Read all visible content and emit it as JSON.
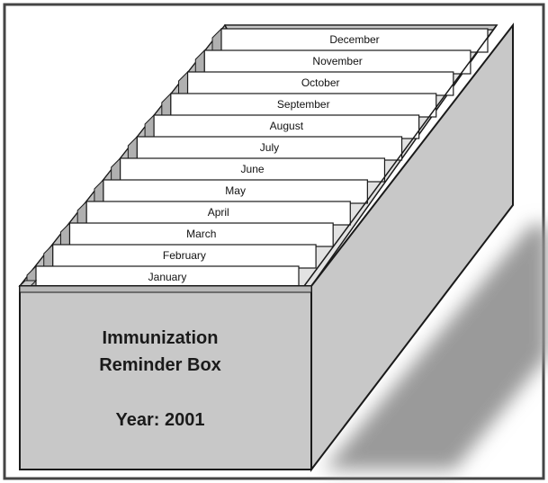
{
  "box": {
    "title_line1": "Immunization",
    "title_line2": "Reminder Box",
    "year": "Year: 2001"
  },
  "tabs": [
    "January",
    "February",
    "March",
    "April",
    "May",
    "June",
    "July",
    "August",
    "September",
    "October",
    "November",
    "December"
  ],
  "colors": {
    "box_fill": "#c8c8c8",
    "outline": "#1a1a1a",
    "card_fill": "#ffffff",
    "page_background": "#ffffff"
  }
}
